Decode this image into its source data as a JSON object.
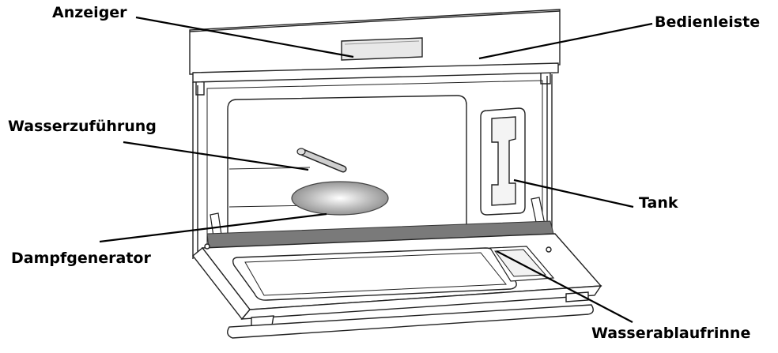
{
  "labels": {
    "anzeiger": "Anzeiger",
    "bedienleiste": "Bedienleiste",
    "wasserzufuhrung": "Wasserzuführung",
    "tank": "Tank",
    "dampfgenerator": "Dampfgenerator",
    "wasserablaufrinne": "Wasserablaufrinne"
  },
  "colors": {
    "outline": "#222222",
    "seal": "#777777",
    "generator": "#9a9a9a"
  }
}
